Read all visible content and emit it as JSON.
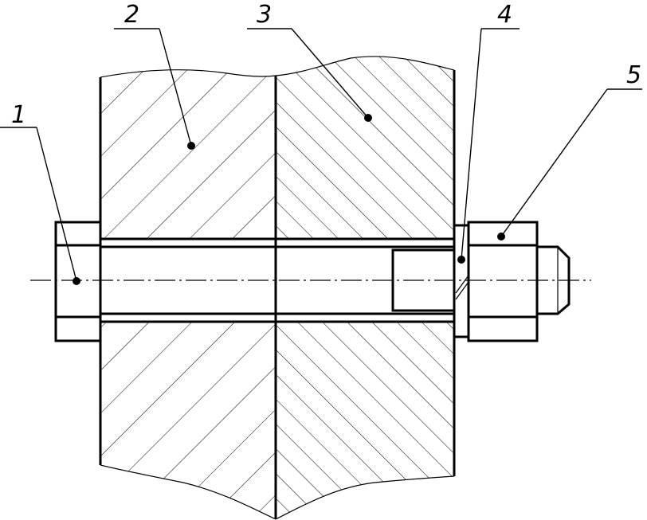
{
  "callouts": [
    {
      "label": "1"
    },
    {
      "label": "2"
    },
    {
      "label": "3"
    },
    {
      "label": "4"
    },
    {
      "label": "5"
    }
  ],
  "colors": {
    "ink": "#000000",
    "paper": "#ffffff"
  }
}
